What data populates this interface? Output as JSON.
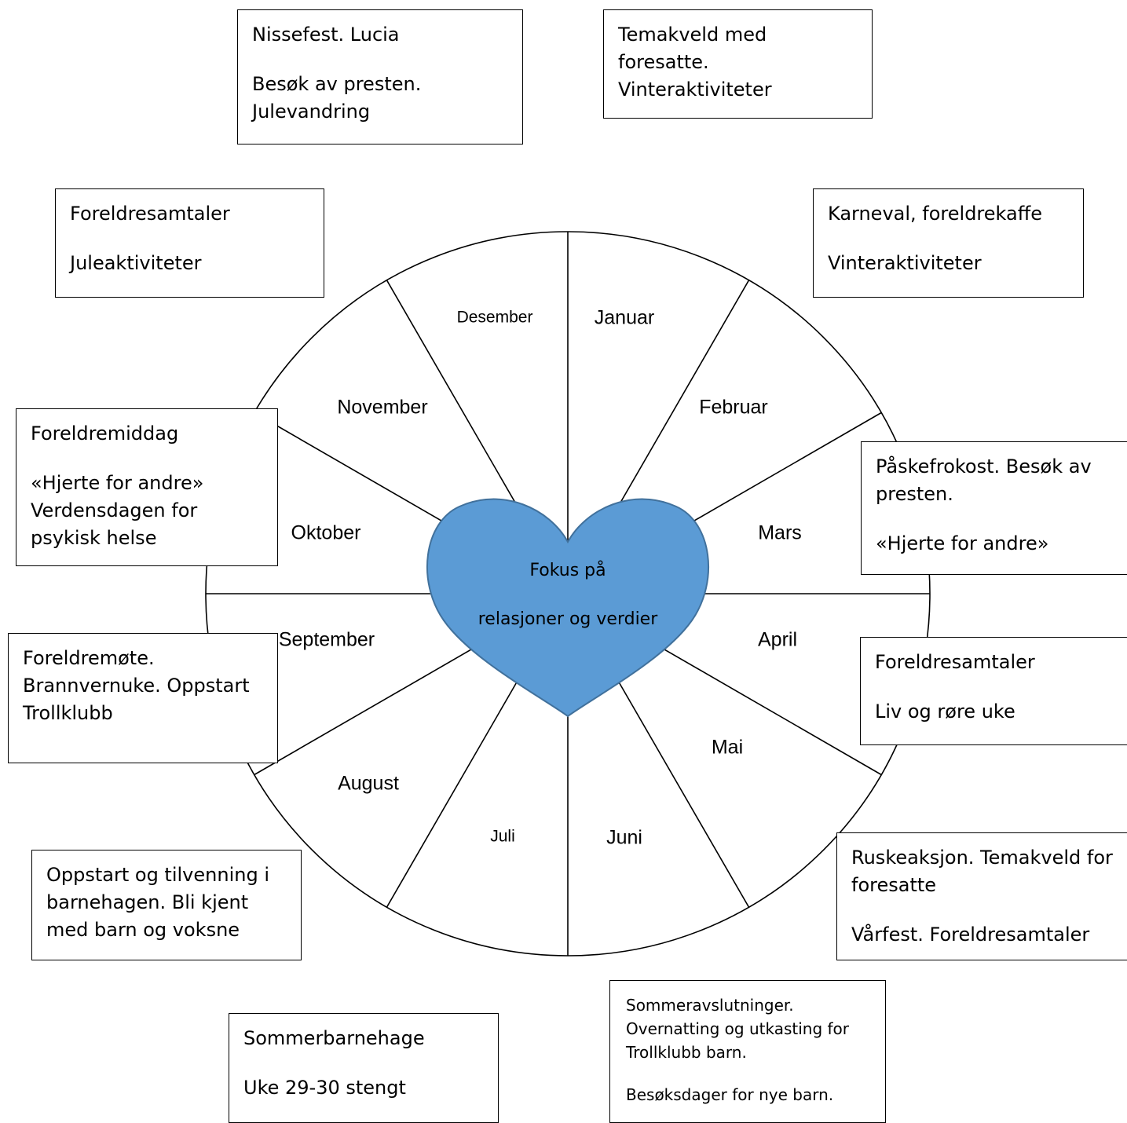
{
  "center": {
    "line1": "Fokus på",
    "line2": "relasjoner og verdier",
    "heart_color": "#5b9bd5",
    "heart_stroke": "#41719c"
  },
  "months": [
    {
      "key": "januar",
      "label": "Januar"
    },
    {
      "key": "februar",
      "label": "Februar"
    },
    {
      "key": "mars",
      "label": "Mars"
    },
    {
      "key": "april",
      "label": "April"
    },
    {
      "key": "mai",
      "label": "Mai"
    },
    {
      "key": "juni",
      "label": "Juni"
    },
    {
      "key": "juli",
      "label": "Juli"
    },
    {
      "key": "august",
      "label": "August"
    },
    {
      "key": "september",
      "label": "September"
    },
    {
      "key": "oktober",
      "label": "Oktober"
    },
    {
      "key": "november",
      "label": "November"
    },
    {
      "key": "desember",
      "label": "Desember"
    }
  ],
  "activities": {
    "desember": {
      "p1": "Nissefest. Lucia",
      "p2": "Besøk av presten. Julevandring"
    },
    "januar": {
      "p1": "Temakveld med foresatte. Vinteraktiviteter"
    },
    "november": {
      "p1": "Foreldresamtaler",
      "p2": "Juleaktiviteter"
    },
    "februar": {
      "p1": "Karneval, foreldrekaffe",
      "p2": "Vinteraktiviteter"
    },
    "oktober": {
      "p1": "Foreldremiddag",
      "p2": "«Hjerte for andre» Verdensdagen for psykisk helse"
    },
    "mars": {
      "p1": "Påskefrokost. Besøk av presten.",
      "p2": "«Hjerte for andre»"
    },
    "september": {
      "p1": "Foreldremøte. Brannvernuke. Oppstart Trollklubb"
    },
    "april": {
      "p1": "Foreldresamtaler",
      "p2": "Liv og røre uke"
    },
    "august": {
      "p1": "Oppstart og tilvenning i barnehagen. Bli kjent med barn og voksne"
    },
    "mai": {
      "p1": "Ruskeaksjon. Temakveld for foresatte",
      "p2": "Vårfest. Foreldresamtaler"
    },
    "juli": {
      "p1": "Sommerbarnehage",
      "p2": "Uke 29-30 stengt"
    },
    "juni": {
      "p1": "Sommeravslutninger. Overnatting og utkasting for Trollklubb barn.",
      "p2": "Besøksdager for nye barn."
    }
  }
}
